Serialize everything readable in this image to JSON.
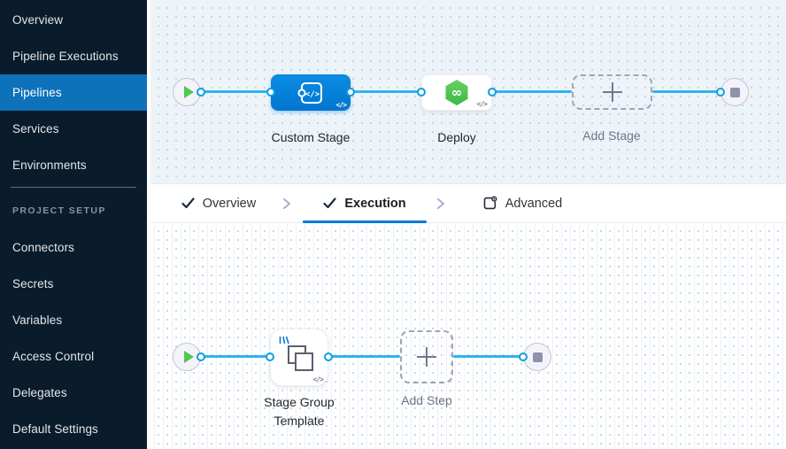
{
  "sidebar": {
    "items": [
      {
        "label": "Overview",
        "active": false
      },
      {
        "label": "Pipeline Executions",
        "active": false
      },
      {
        "label": "Pipelines",
        "active": true
      },
      {
        "label": "Services",
        "active": false
      },
      {
        "label": "Environments",
        "active": false
      }
    ],
    "section_label": "PROJECT SETUP",
    "setup_items": [
      {
        "label": "Connectors"
      },
      {
        "label": "Secrets"
      },
      {
        "label": "Variables"
      },
      {
        "label": "Access Control"
      },
      {
        "label": "Delegates"
      },
      {
        "label": "Default Settings"
      }
    ]
  },
  "tabs": {
    "overview": {
      "label": "Overview",
      "checked": true,
      "active": false
    },
    "execution": {
      "label": "Execution",
      "checked": true,
      "active": true
    },
    "advanced": {
      "label": "Advanced",
      "checked": false,
      "active": false
    }
  },
  "stage_pipeline": {
    "start_icon": "play-icon",
    "end_icon": "stop-icon",
    "stages": [
      {
        "label": "Custom Stage",
        "type": "custom-stage",
        "icon": "custom-stage-code-icon",
        "code_badge": "</>"
      },
      {
        "label": "Deploy",
        "type": "deploy-stage",
        "icon": "cd-hexagon-icon",
        "code_badge": "</>"
      },
      {
        "label": "Add Stage",
        "type": "add-placeholder",
        "icon": "plus-icon"
      }
    ]
  },
  "execution_pipeline": {
    "start_icon": "play-icon",
    "end_icon": "stop-icon",
    "steps": [
      {
        "label": "Stage Group Template",
        "type": "stage-group-template",
        "icon": "overlapping-squares-icon",
        "badge": "template-badge-icon",
        "code_badge": "</>"
      },
      {
        "label": "Add Step",
        "type": "add-placeholder",
        "icon": "plus-icon"
      }
    ]
  },
  "colors": {
    "sidebar_bg": "#0a1b2c",
    "sidebar_active_bg": "#0d72b9",
    "accent_blue": "#0278d5",
    "connector_line": "#2fb3f0",
    "port_ring": "#0c9fe0",
    "custom_stage_blue": "#0b87e0",
    "deploy_green": "#4dc24a",
    "play_green": "#4dc952",
    "stop_gray": "#8f92ab",
    "canvas_top_bg": "#edf4f9",
    "canvas_bottom_bg": "#ffffff"
  }
}
